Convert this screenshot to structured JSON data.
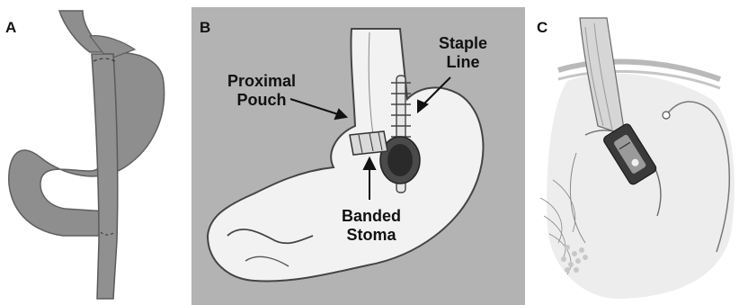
{
  "panels": [
    {
      "letter": "A"
    },
    {
      "letter": "B"
    },
    {
      "letter": "C"
    }
  ],
  "panel_b": {
    "callouts": {
      "proximal_pouch": [
        "Proximal",
        "Pouch"
      ],
      "staple_line": [
        "Staple",
        "Line"
      ],
      "banded_stoma": [
        "Banded",
        "Stoma"
      ]
    }
  },
  "colors": {
    "organ_gray": "#8e8e8e",
    "organ_dark": "#5f5f5f",
    "panel_b_bg": "#b3b3b3",
    "stomach_fill": "#f2f2f2",
    "sketch_line": "#6a6a6a"
  }
}
